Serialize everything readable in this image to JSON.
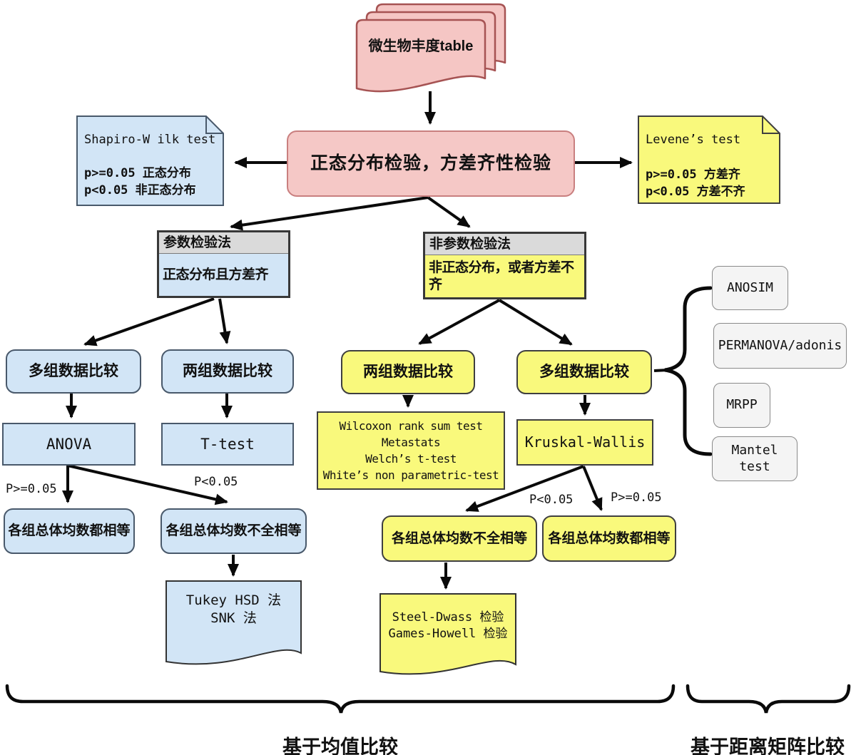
{
  "stack": {
    "label": "微生物丰度table"
  },
  "root_box": {
    "label": "正态分布检验，方差齐性检验"
  },
  "notes": {
    "left": {
      "lines": [
        "Shapiro-W ilk test",
        "p>=0.05 正态分布",
        "p<0.05 非正态分布"
      ]
    },
    "right": {
      "lines": [
        "Levene’s test",
        "p>=0.05 方差齐",
        "p<0.05  方差不齐"
      ]
    }
  },
  "branches": {
    "parametric": {
      "title": "参数检验法",
      "condition": "正态分布且方差齐"
    },
    "nonparametric": {
      "title": "非参数检验法",
      "condition": "非正态分布，或者方差不齐"
    }
  },
  "parametric": {
    "multi_group": "多组数据比较",
    "two_group": "两组数据比较",
    "anova": "ANOVA",
    "t_test": "T-test",
    "p_ge": "P>=0.05",
    "p_lt": "P<0.05",
    "equal": "各组总体均数都相等",
    "not_all_equal": "各组总体均数不全相等",
    "posthoc_lines": [
      "Tukey HSD 法",
      "SNK 法"
    ]
  },
  "nonparametric": {
    "two_group": "两组数据比较",
    "multi_group": "多组数据比较",
    "two_group_tests": [
      "Wilcoxon rank sum test",
      "Metastats",
      "Welch’s t-test",
      "White’s non parametric-test"
    ],
    "kruskal": "Kruskal-Wallis",
    "p_lt": "P<0.05",
    "p_ge": "P>=0.05",
    "not_all_equal": "各组总体均数不全相等",
    "equal": "各组总体均数都相等",
    "posthoc_lines": [
      "Steel-Dwass 检验",
      "Games-Howell  检验"
    ]
  },
  "distance_tests": [
    "ANOSIM",
    "PERMANOVA/adonis",
    "MRPP",
    "Mantel test"
  ],
  "footer": {
    "mean_label": "基于均值比较",
    "distance_label": "基于距离矩阵比较"
  },
  "colors": {
    "pink": "#f5c8c6",
    "blue": "#d2e5f6",
    "yellow": "#f9f97c",
    "gray": "#f4f4f4",
    "line": "#0a0a0a"
  }
}
